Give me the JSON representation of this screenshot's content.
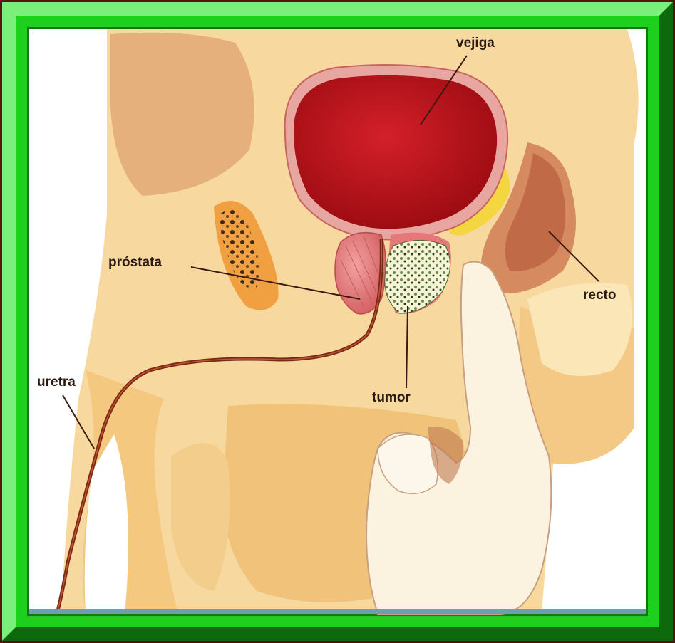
{
  "labels": {
    "bladder": "vejiga",
    "prostate": "próstata",
    "rectum": "recto",
    "urethra": "uretra",
    "tumor": "tumor"
  },
  "colors": {
    "outer_border": "#5b0f0f",
    "frame_light": "#6ee86e",
    "frame_main": "#1ed01e",
    "frame_dark": "#0e7a0e",
    "skin": "#f7d9a0",
    "bladder": "#c0141a",
    "prostate": "#e6787a",
    "tumor": "#f0f0d0",
    "leader_line": "#3a1a10"
  }
}
